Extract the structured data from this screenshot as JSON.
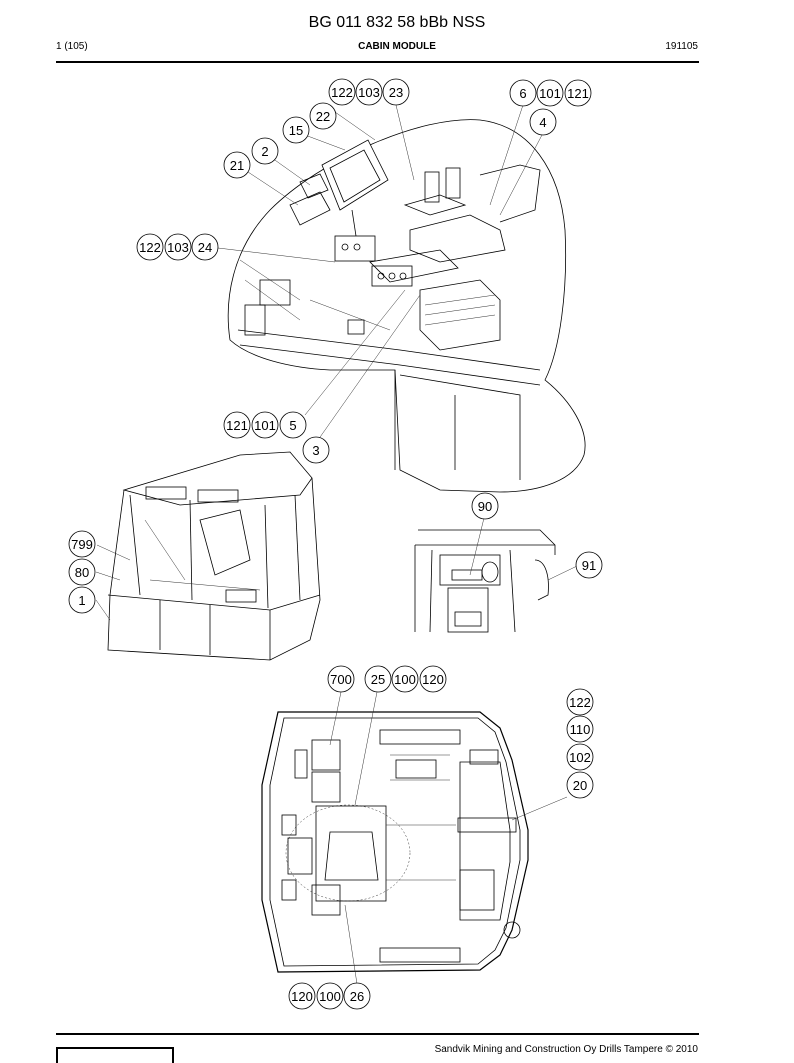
{
  "document": {
    "title": "BG 011 832 58 bBb NSS",
    "page": "1 (105)",
    "section": "CABIN MODULE",
    "code": "191105",
    "footer": "Sandvik Mining and Construction Oy Drills Tampere © 2010"
  },
  "callouts": [
    "122",
    "103",
    "23",
    "6",
    "101",
    "121",
    "4",
    "22",
    "15",
    "2",
    "21",
    "122",
    "103",
    "24",
    "121",
    "101",
    "5",
    "3",
    "90",
    "91",
    "799",
    "80",
    "1",
    "700",
    "25",
    "100",
    "120",
    "122",
    "110",
    "102",
    "20",
    "120",
    "100",
    "26"
  ]
}
